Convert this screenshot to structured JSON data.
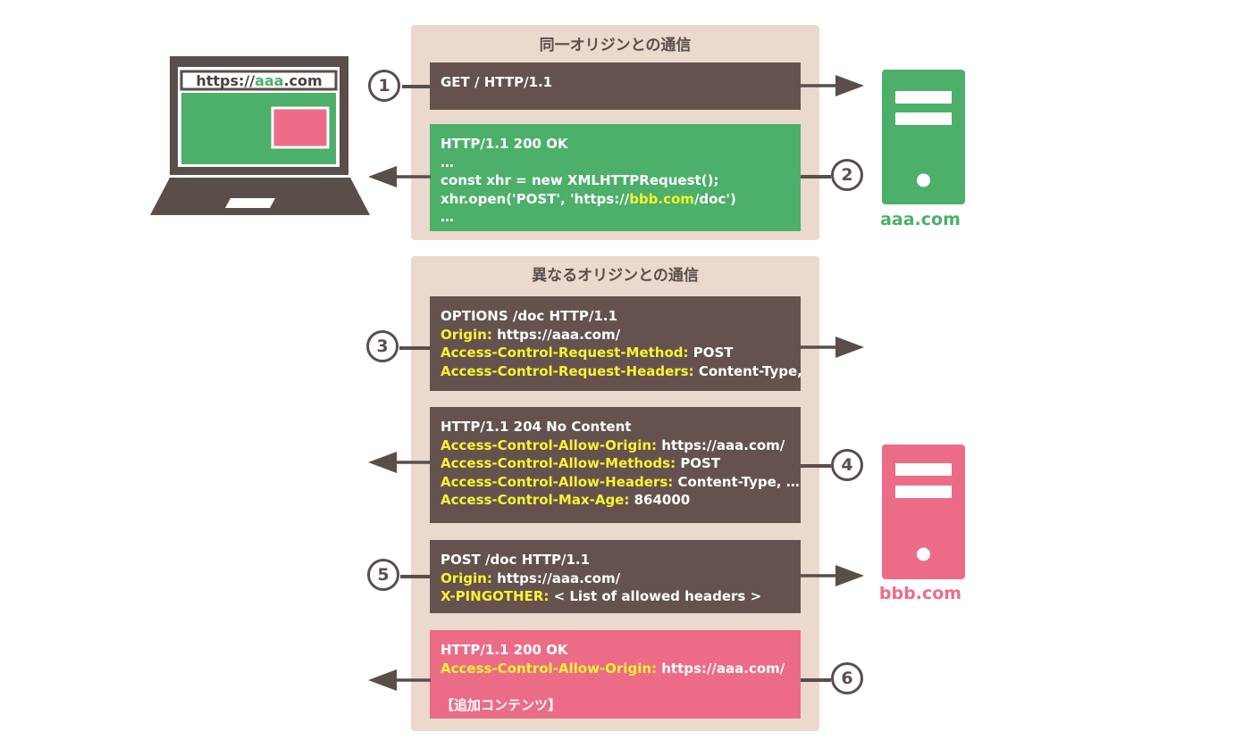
{
  "sections": {
    "same_origin_title": "同一オリジンとの通信",
    "cross_origin_title": "異なるオリジンとの通信"
  },
  "browser": {
    "url_prefix": "https://",
    "url_host": "aaa",
    "url_suffix": ".com"
  },
  "servers": {
    "aaa": {
      "label": "aaa.com",
      "color": "#4caf6a"
    },
    "bbb": {
      "label": "bbb.com",
      "color": "#ec6c88"
    }
  },
  "steps": [
    {
      "num": "1",
      "lines": [
        [
          {
            "t": "GET / HTTP/1.1"
          }
        ]
      ]
    },
    {
      "num": "2",
      "lines": [
        [
          {
            "t": "HTTP/1.1 200 OK"
          }
        ],
        [
          {
            "t": "…"
          }
        ],
        [
          {
            "t": "const xhr = new XMLHTTPRequest();"
          }
        ],
        [
          {
            "t": "xhr.open('POST', 'https://"
          },
          {
            "t": "bbb.com",
            "h": true
          },
          {
            "t": "/doc')"
          }
        ],
        [
          {
            "t": "…"
          }
        ]
      ]
    },
    {
      "num": "3",
      "lines": [
        [
          {
            "t": "OPTIONS /doc HTTP/1.1"
          }
        ],
        [
          {
            "t": " Origin:",
            "h": true
          },
          {
            "t": " https://aaa.com/"
          }
        ],
        [
          {
            "t": "Access-Control-Request-Method:",
            "h": true
          },
          {
            "t": " POST"
          }
        ],
        [
          {
            "t": "Access-Control-Request-Headers:",
            "h": true
          },
          {
            "t": " Content-Type, …"
          }
        ]
      ]
    },
    {
      "num": "4",
      "lines": [
        [
          {
            "t": "HTTP/1.1 204 No Content"
          }
        ],
        [
          {
            "t": "Access-Control-Allow-Origin:",
            "h": true
          },
          {
            "t": " https://aaa.com/"
          }
        ],
        [
          {
            "t": "Access-Control-Allow-Methods:",
            "h": true
          },
          {
            "t": " POST"
          }
        ],
        [
          {
            "t": "Access-Control-Allow-Headers:",
            "h": true
          },
          {
            "t": "  Content-Type, …"
          }
        ],
        [
          {
            "t": "Access-Control-Max-Age:",
            "h": true
          },
          {
            "t": " 864000"
          }
        ]
      ]
    },
    {
      "num": "5",
      "lines": [
        [
          {
            "t": "POST /doc HTTP/1.1"
          }
        ],
        [
          {
            "t": "Origin:",
            "h": true
          },
          {
            "t": " https://aaa.com/"
          }
        ],
        [
          {
            "t": "X-PINGOTHER:",
            "h": true
          },
          {
            "t": " < List of allowed headers >"
          }
        ]
      ]
    },
    {
      "num": "6",
      "lines": [
        [
          {
            "t": "HTTP/1.1 200 OK"
          }
        ],
        [
          {
            "t": "Access-Control-Allow-Origin:",
            "h": true
          },
          {
            "t": " https://aaa.com/"
          }
        ],
        [
          {
            "t": " "
          }
        ],
        [
          {
            "t": "【追加コンテンツ】"
          }
        ]
      ]
    }
  ]
}
